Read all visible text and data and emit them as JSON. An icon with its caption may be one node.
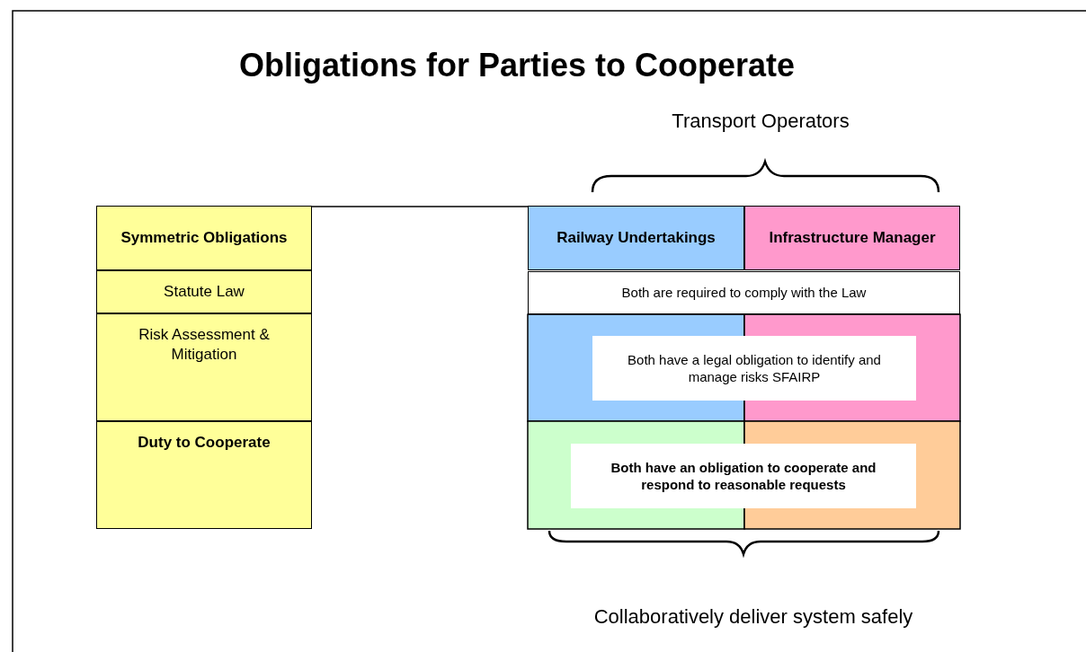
{
  "diagram": {
    "title": "Obligations for Parties to Cooperate",
    "nodes": [
      {
        "text": [
          "Symmetric Obligations"
        ]
      },
      {
        "text": [
          "Statute Law"
        ]
      },
      {
        "text": [
          "Risk Assessment & Mitigation"
        ]
      },
      {
        "text": [
          "Duty to Cooperate"
        ]
      },
      {
        "text": [
          "Railway Undertakings"
        ]
      },
      {
        "text": [
          "Infrastructure Manager"
        ]
      },
      {
        "text": [
          "Both are required to comply with the Law"
        ]
      },
      {
        "text": [
          "Both have a legal obligation to identify and manage risks SFAIRP"
        ]
      },
      {
        "text": [
          "Both have an obligation to cooperate and respond to reasonable requests"
        ]
      }
    ],
    "edges": [
      {
        "from": 0,
        "to": 4,
        "arrow": "none"
      }
    ],
    "labels": [
      "Transport Operators",
      "Collaboratively deliver system safely"
    ]
  }
}
